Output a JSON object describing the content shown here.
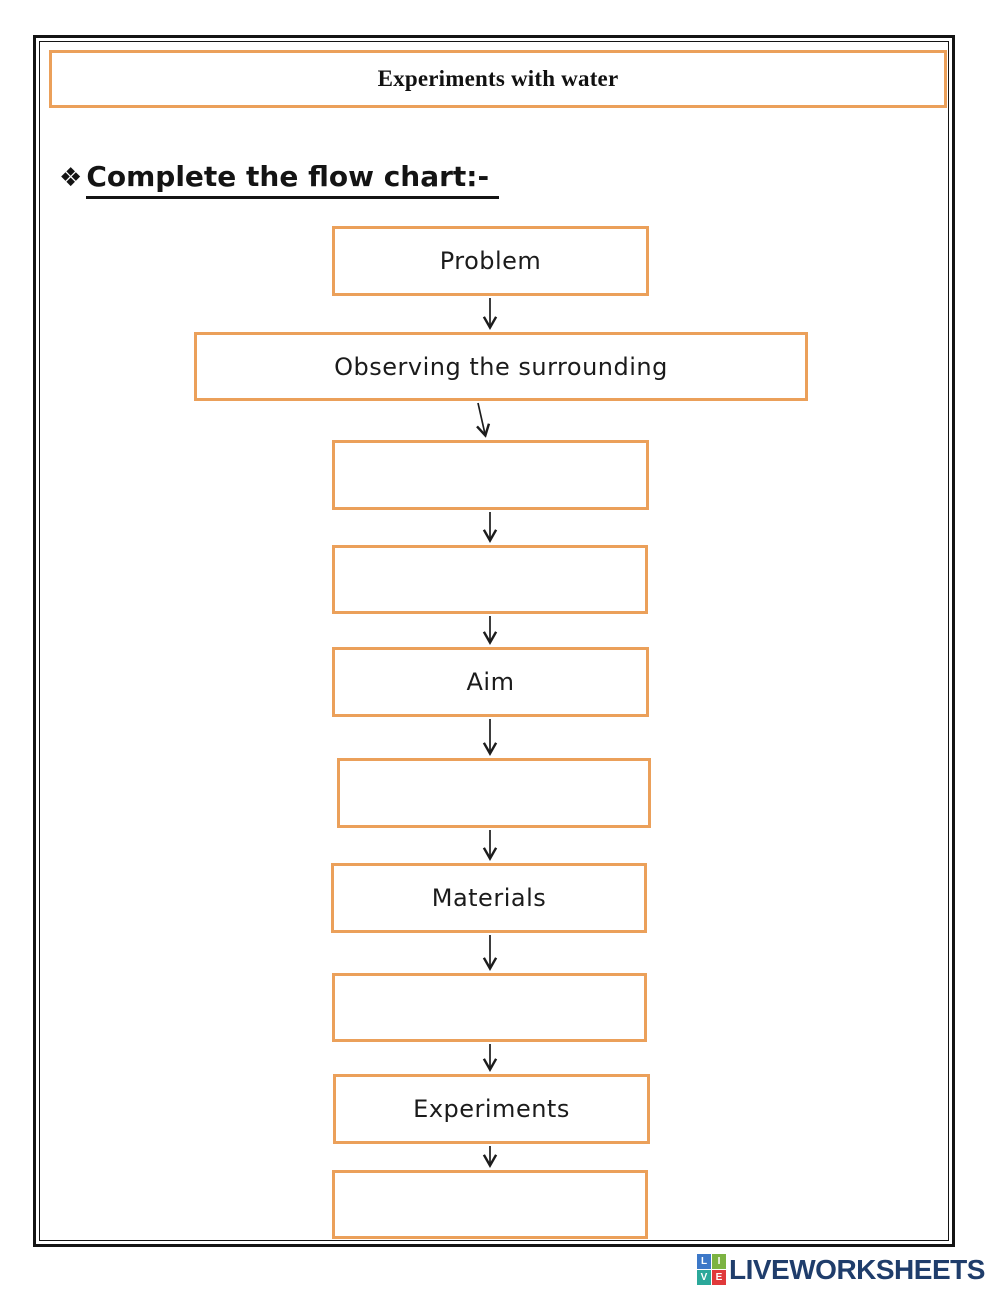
{
  "page": {
    "title": "Experiments with water",
    "instruction": {
      "bullet": "❖",
      "text": "Complete the flow chart:-"
    }
  },
  "flowchart": {
    "boxes": [
      {
        "label": "Problem"
      },
      {
        "label": "Observing the surrounding"
      },
      {
        "label": ""
      },
      {
        "label": ""
      },
      {
        "label": "Aim"
      },
      {
        "label": ""
      },
      {
        "label": "Materials"
      },
      {
        "label": ""
      },
      {
        "label": "Experiments"
      },
      {
        "label": ""
      }
    ]
  },
  "footer": {
    "brand": "LIVEWORKSHEETS",
    "logo_letters": [
      "L",
      "I",
      "V",
      "E"
    ],
    "logo_colors": [
      "#3c78c8",
      "#7cb342",
      "#2ba89a",
      "#e0393b"
    ],
    "brand_color": "#1f3d6b"
  },
  "colors": {
    "box_border": "#eba05a",
    "page_border": "#141414",
    "text": "#1c1c1c"
  }
}
